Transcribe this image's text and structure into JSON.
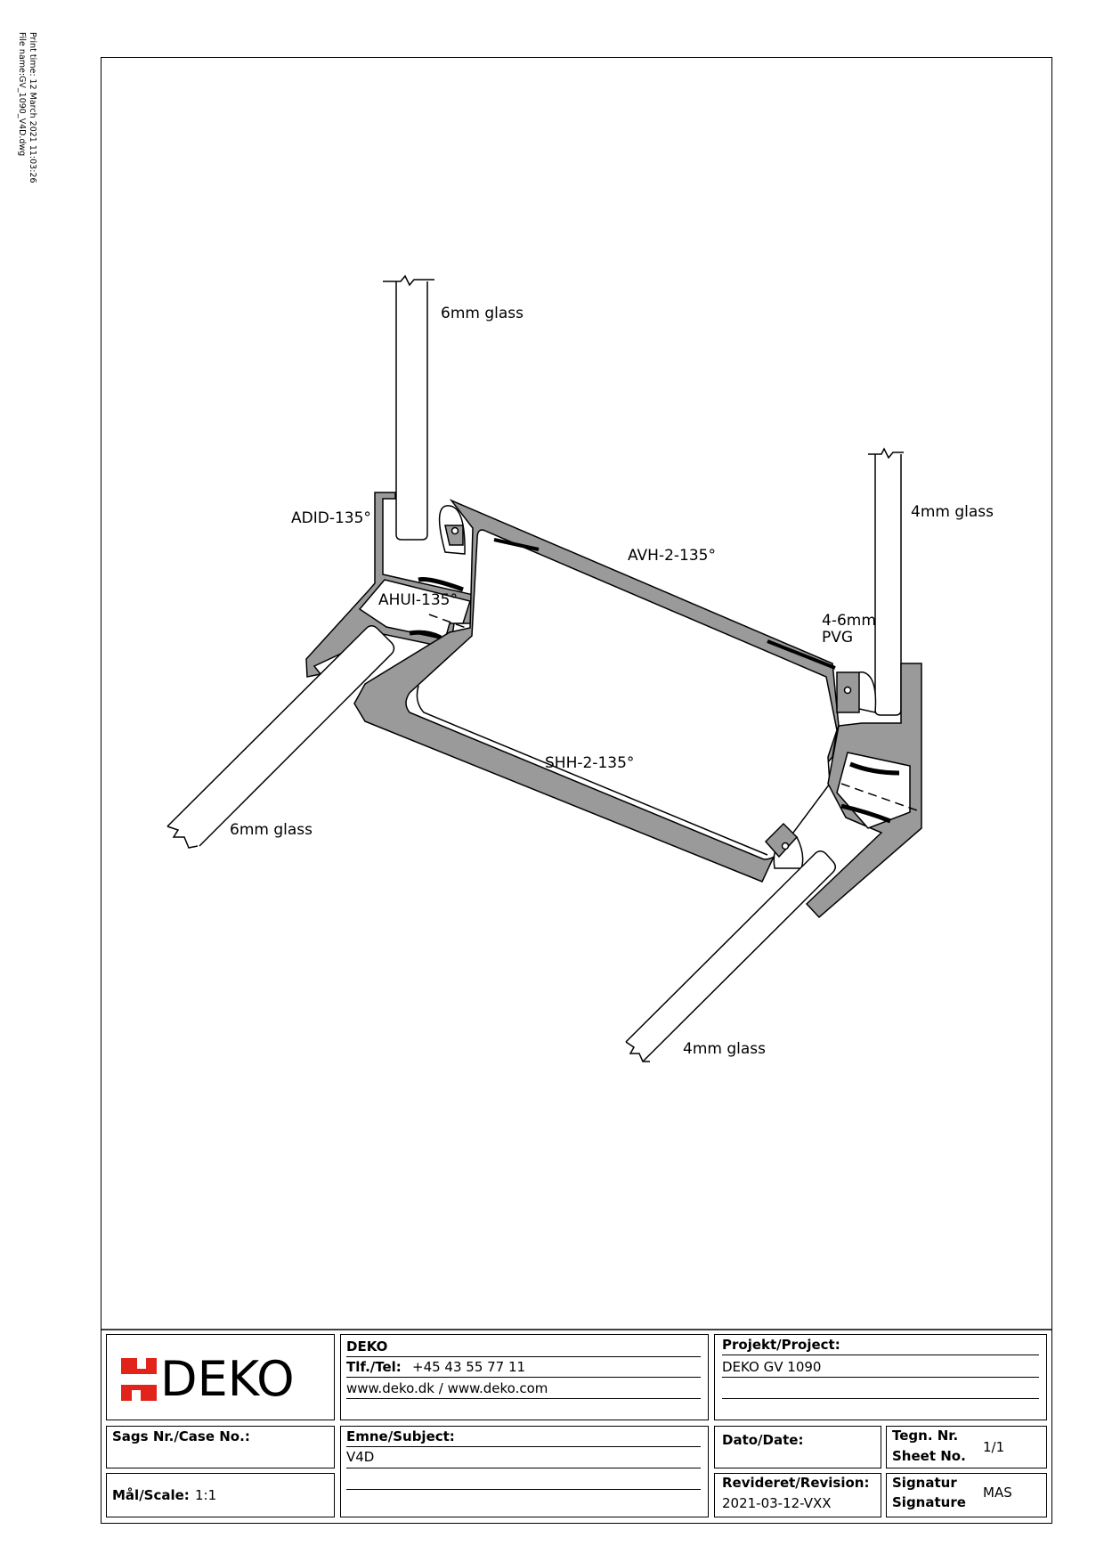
{
  "print_info": {
    "print_time": "Print time: 12 March 2021 11:03:26",
    "file_name": "File name:GV_1090_V4D.dwg"
  },
  "drawing": {
    "labels": {
      "glass_top_left": "6mm glass",
      "glass_top_right": "4mm glass",
      "glass_bottom_left": "6mm glass",
      "glass_bottom_right": "4mm glass",
      "adid": "ADID-135°",
      "ahui": "AHUI-135°",
      "avh": "AVH-2-135°",
      "pvg_line1": "4-6mm",
      "pvg_line2": "PVG",
      "shh": "SHH-2-135°"
    },
    "colors": {
      "profile_fill": "#9a9a9a",
      "glass_fill": "#ffffff",
      "line": "#000000"
    }
  },
  "title_block": {
    "logo_text": "DEKO",
    "logo_color": "#e2231a",
    "company": "DEKO",
    "tel_label": "Tlf./Tel:",
    "tel_value": "+45 43 55 77 11",
    "web": "www.deko.dk / www.deko.com",
    "project_label": "Projekt/Project:",
    "project_value": "DEKO GV 1090",
    "case_label": "Sags Nr./Case No.:",
    "subject_label": "Emne/Subject:",
    "subject_value": "V4D",
    "date_label": "Dato/Date:",
    "sheet_label_1": "Tegn. Nr.",
    "sheet_label_2": "Sheet No.",
    "sheet_value": "1/1",
    "scale_label": "Mål/Scale:",
    "scale_value": "1:1",
    "revision_label": "Revideret/Revision:",
    "revision_value": "2021-03-12-VXX",
    "signature_label_1": "Signatur",
    "signature_label_2": "Signature",
    "signature_value": "MAS"
  }
}
